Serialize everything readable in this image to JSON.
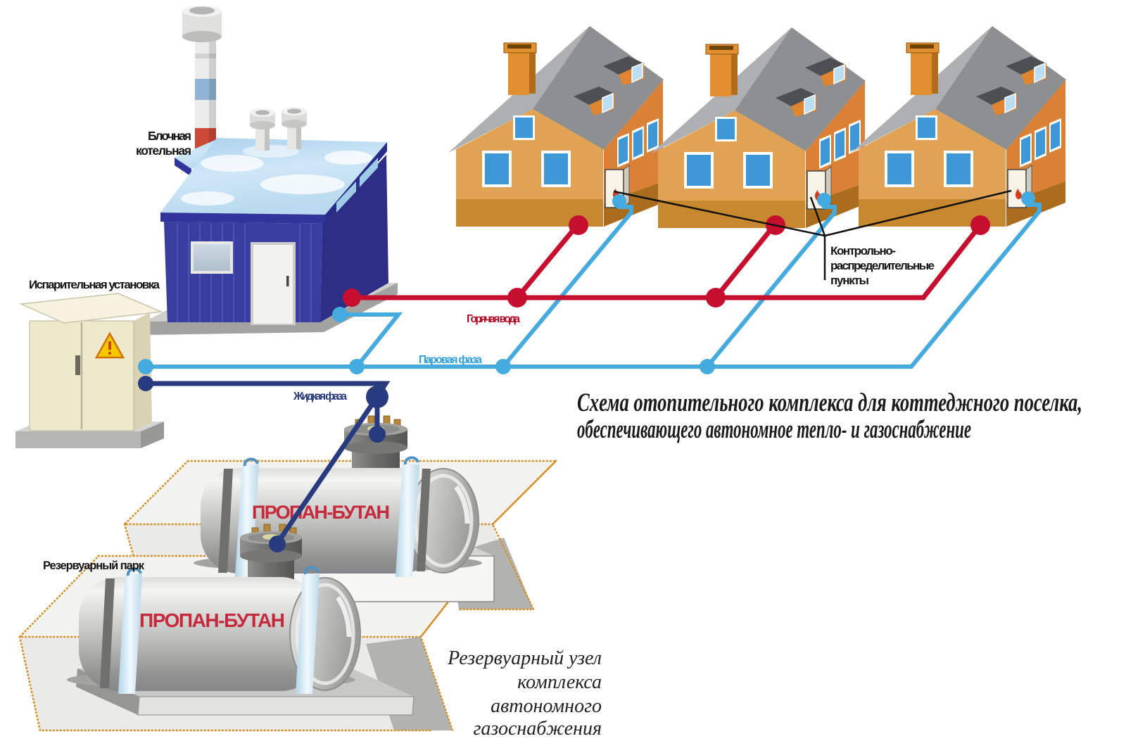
{
  "diagram": {
    "kind": "heating-and-gas-supply-scheme",
    "title": {
      "line1": "Схема отопительного комплекса для коттеджного поселка,",
      "line2": "обеспечивающего автономное тепло- и газоснабжение"
    },
    "caption": {
      "line1": "Резервуарный узел",
      "line2": "комплекса",
      "line3": "автономного",
      "line4": "газоснабжения"
    },
    "labels": {
      "boiler_line1": "Блочная",
      "boiler_line2": "котельная",
      "evaporator": "Испарительная установка",
      "tank_park": "Резервуарный парк",
      "hot_water": "Горячая вода",
      "vapor_phase": "Паровая фаза",
      "liquid_phase": "Жидкая фаза",
      "control_line1": "Контрольно-",
      "control_line2": "распределительные",
      "control_line3": "пункты",
      "tank_text": "ПРОПАН-БУТАН"
    },
    "colors": {
      "hot_water_pipe": "#c60f2e",
      "vapor_pipe": "#45aadd",
      "liquid_pipe": "#283b7e",
      "zone_outline": "#d4922c",
      "tank_label": "#c5293c",
      "house_wall": "#e2a254",
      "boiler_wall": "#393d9e",
      "callout_line": "#111111",
      "warning_sign": "#f6c800"
    },
    "counts": {
      "houses": 3,
      "tanks": 2,
      "control_points": 3
    }
  }
}
